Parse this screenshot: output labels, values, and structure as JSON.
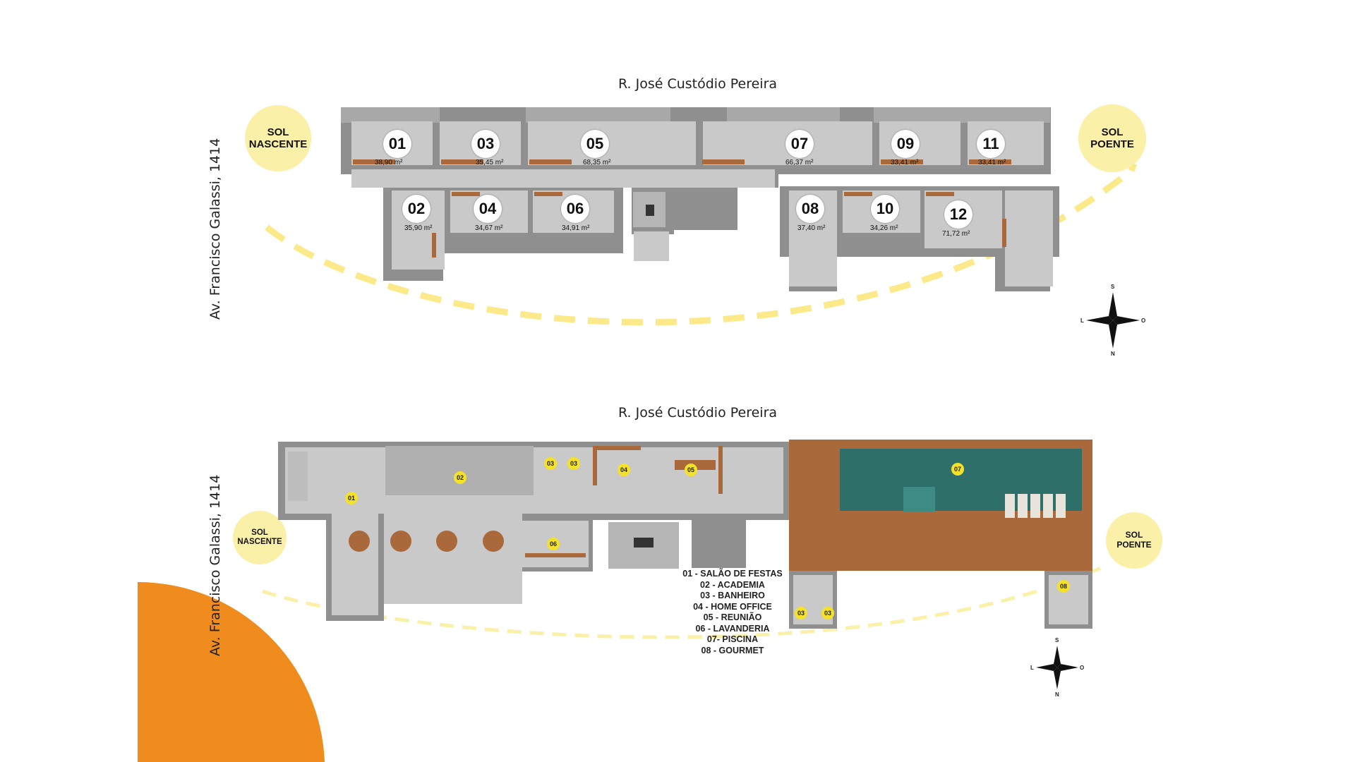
{
  "top_plan": {
    "street_label": "R. José Custódio Pereira",
    "avenue_label": "Av. Francisco Galassi, 1414",
    "sun_east": [
      "SOL",
      "NASCENTE"
    ],
    "sun_west": [
      "SOL",
      "POENTE"
    ],
    "units": [
      {
        "number": "01",
        "area": "38,90 m²"
      },
      {
        "number": "02",
        "area": "35,90 m²"
      },
      {
        "number": "03",
        "area": "35,45 m²"
      },
      {
        "number": "04",
        "area": "34,67 m²"
      },
      {
        "number": "05",
        "area": "68,35 m²"
      },
      {
        "number": "06",
        "area": "34,91 m²"
      },
      {
        "number": "07",
        "area": "66,37 m²"
      },
      {
        "number": "08",
        "area": "37,40 m²"
      },
      {
        "number": "09",
        "area": "33,41 m²"
      },
      {
        "number": "10",
        "area": "34,26 m²"
      },
      {
        "number": "11",
        "area": "33,41 m²"
      },
      {
        "number": "12",
        "area": "71,72 m²"
      }
    ],
    "compass": {
      "north": "S",
      "south": "N",
      "west": "L",
      "east": "O"
    }
  },
  "bottom_plan": {
    "street_label": "R. José Custódio Pereira",
    "avenue_label": "Av. Francisco Galassi, 1414",
    "sun_east": [
      "SOL",
      "NASCENTE"
    ],
    "sun_west": [
      "SOL",
      "POENTE"
    ],
    "badges": [
      "01",
      "02",
      "03",
      "03",
      "04",
      "05",
      "06",
      "07",
      "08",
      "03",
      "03"
    ],
    "legend": [
      "01 - SALÃO DE FESTAS",
      "02 - ACADEMIA",
      "03 - BANHEIRO",
      "04 - HOME OFFICE",
      "05 - REUNIÃO",
      "06 - LAVANDERIA",
      "07- PISCINA",
      "08 - GOURMET"
    ],
    "compass": {
      "north": "S",
      "south": "N",
      "west": "L",
      "east": "O"
    }
  },
  "colors": {
    "sun": "#fbf0a8",
    "sun_path": "#fbe98a",
    "accent_orange": "#f08c1e",
    "plan_gray": "#8f8f8f",
    "floor_gray": "#c9c9c9",
    "wood": "#a9693a",
    "pool": "#2e6f6a",
    "amenity_badge": "#f4e12a"
  }
}
